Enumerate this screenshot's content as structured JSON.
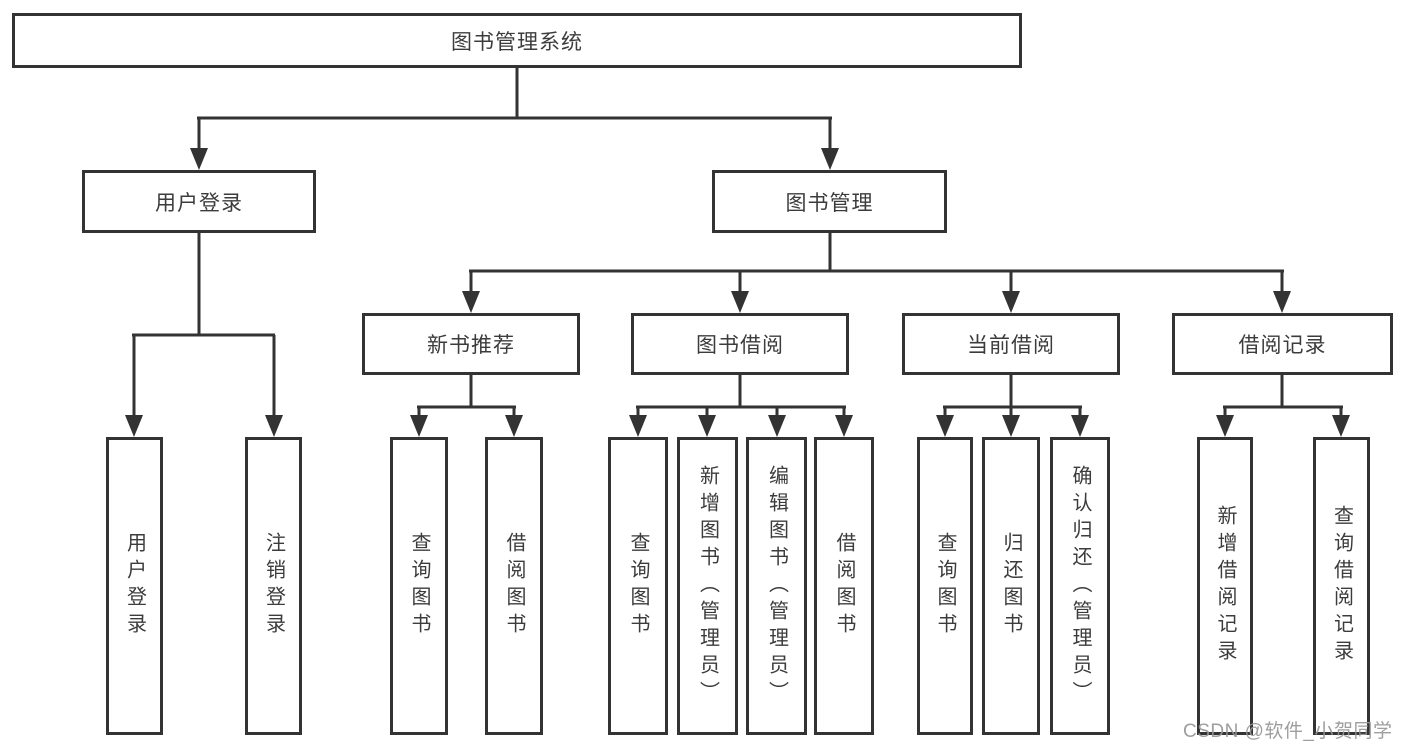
{
  "tree": {
    "root": "图书管理系统",
    "level2": {
      "user_login": "用户登录",
      "book_management": "图书管理"
    },
    "level3": {
      "new_book_recommend": "新书推荐",
      "book_borrowing": "图书借阅",
      "current_borrowing": "当前借阅",
      "borrowing_records": "借阅记录"
    },
    "leaves": {
      "user_login": [
        "用户登录",
        "注销登录"
      ],
      "new_book_recommend": [
        "查询图书",
        "借阅图书"
      ],
      "book_borrowing": [
        "查询图书",
        "新增图书（管理员）",
        "编辑图书（管理员）",
        "借阅图书"
      ],
      "current_borrowing": [
        "查询图书",
        "归还图书",
        "确认归还（管理员）"
      ],
      "borrowing_records": [
        "新增借阅记录",
        "查询借阅记录"
      ]
    }
  },
  "watermark": "CSDN @软件_小贺同学",
  "colors": {
    "line": "#333333",
    "text": "#3c3c3c",
    "background": "#ffffff",
    "watermark": "#a6a6a6"
  }
}
